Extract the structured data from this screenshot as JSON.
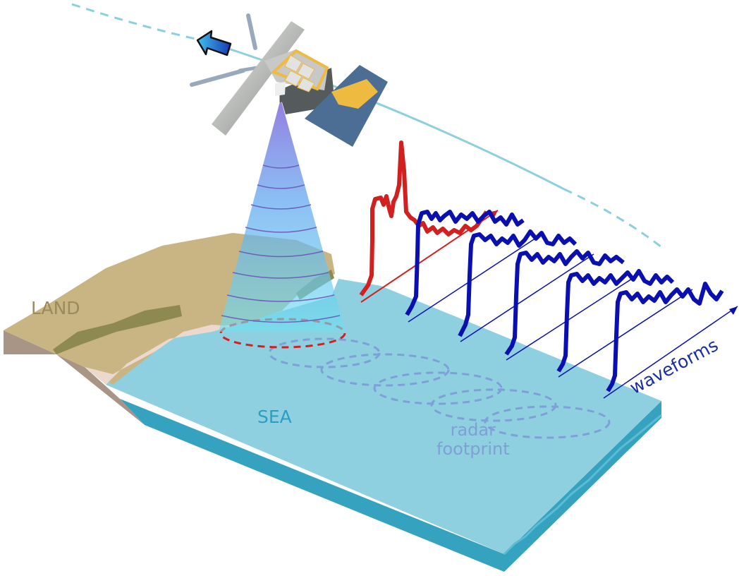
{
  "labels": {
    "land": "LAND",
    "sea": "SEA",
    "footprint_line1": "radar",
    "footprint_line2": "footprint",
    "waveforms": "waveforms"
  },
  "colors": {
    "sea_top": "#8fd0e0",
    "sea_side": "#35a2c0",
    "land_top": "#c9b583",
    "land_side": "#a89585",
    "beach": "#ecd8cc",
    "vegetation": "#8d8950",
    "orbit": "#8cd0dc",
    "coastal_waveform": "#d02020",
    "ocean_waveform": "#0a10b0",
    "footprint_coastal": "#d02020",
    "footprint_ocean": "#7ea0d8",
    "panel_dark": "#4d6e94",
    "panel_gold": "#eeba40"
  },
  "icons": {
    "satellite": "satellite-icon",
    "direction": "direction-arrow-icon"
  }
}
